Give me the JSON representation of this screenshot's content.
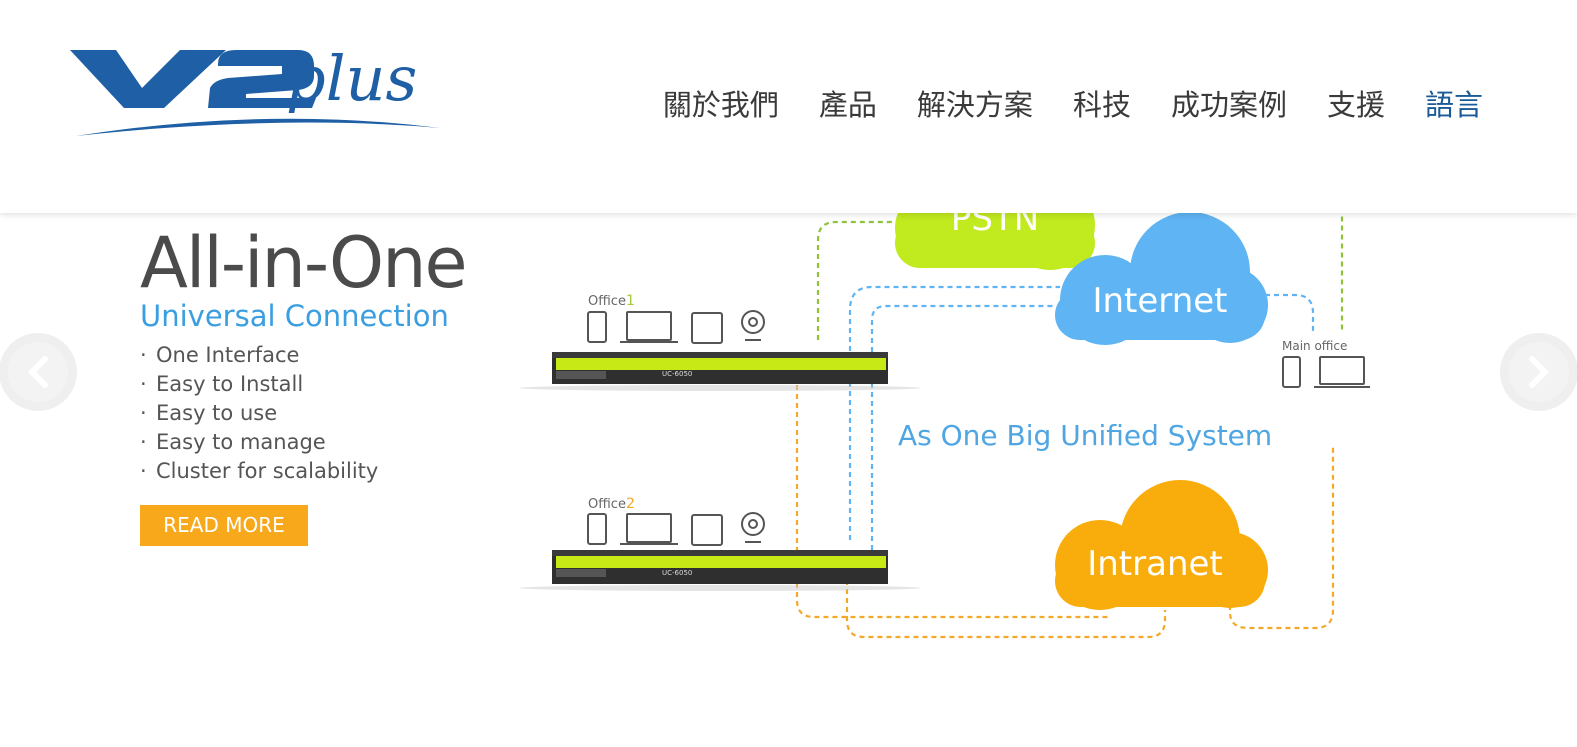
{
  "brand": {
    "logo_text_main": "V2",
    "logo_text_script": "plus"
  },
  "nav": {
    "items": [
      "關於我們",
      "產品",
      "解決方案",
      "科技",
      "成功案例",
      "支援",
      "語言"
    ],
    "active": "語言"
  },
  "hero": {
    "headline": "All-in-One",
    "subheadline": "Universal Connection",
    "features": [
      "One Interface",
      "Easy to Install",
      "Easy to use",
      "Easy to manage",
      "Cluster for scalability"
    ],
    "cta_label": "READ MORE"
  },
  "diagram": {
    "clouds": {
      "pstn": "PSTN",
      "internet": "Internet",
      "intranet": "Intranet"
    },
    "office1_label": "Office",
    "office1_number": "1",
    "office2_label": "Office",
    "office2_number": "2",
    "main_office_label": "Main  office",
    "unified_caption": "As One Big Unified System",
    "device_model": "UC-6050",
    "colors": {
      "pstn": "#c1ea1f",
      "internet": "#5fb4f3",
      "intranet": "#f9ad0c",
      "caption": "#4fa6e2",
      "accent_orange": "#f7a81b",
      "active_nav": "#1a5a96"
    }
  },
  "carousel": {
    "prev_icon": "chevron-left-icon",
    "next_icon": "chevron-right-icon"
  }
}
